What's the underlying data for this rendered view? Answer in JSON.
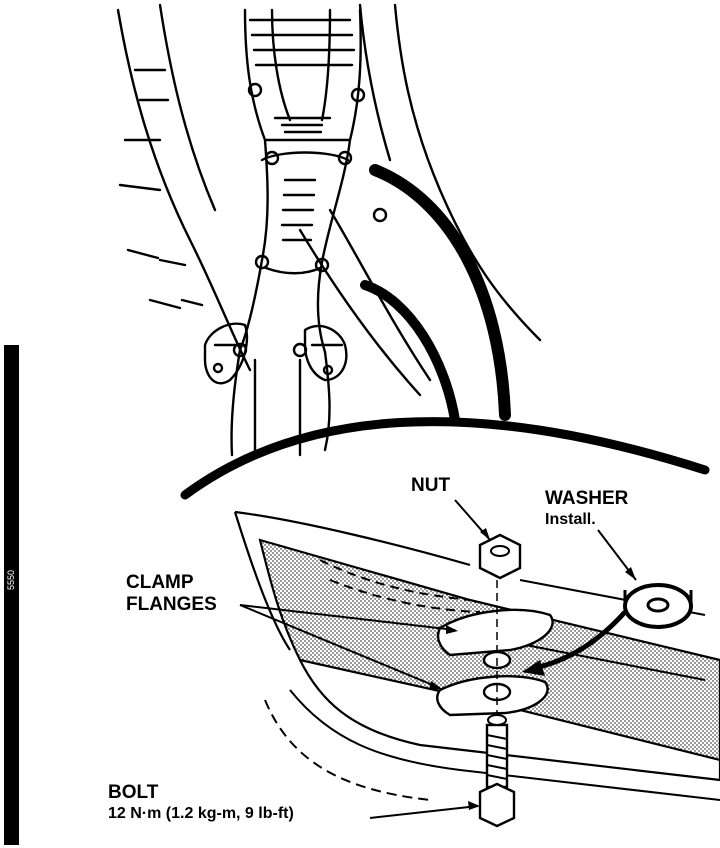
{
  "labels": {
    "nut": "NUT",
    "washer": "WASHER",
    "washer_note": "Install.",
    "clamp_line1": "CLAMP",
    "clamp_line2": "FLANGES",
    "bolt": "BOLT",
    "torque": "12 N·m (1.2 kg-m, 9 lb-ft)"
  },
  "sidebar": {
    "code": "5550"
  },
  "colors": {
    "ink": "#000000",
    "paper": "#ffffff",
    "shade": "#8a8a8a"
  }
}
